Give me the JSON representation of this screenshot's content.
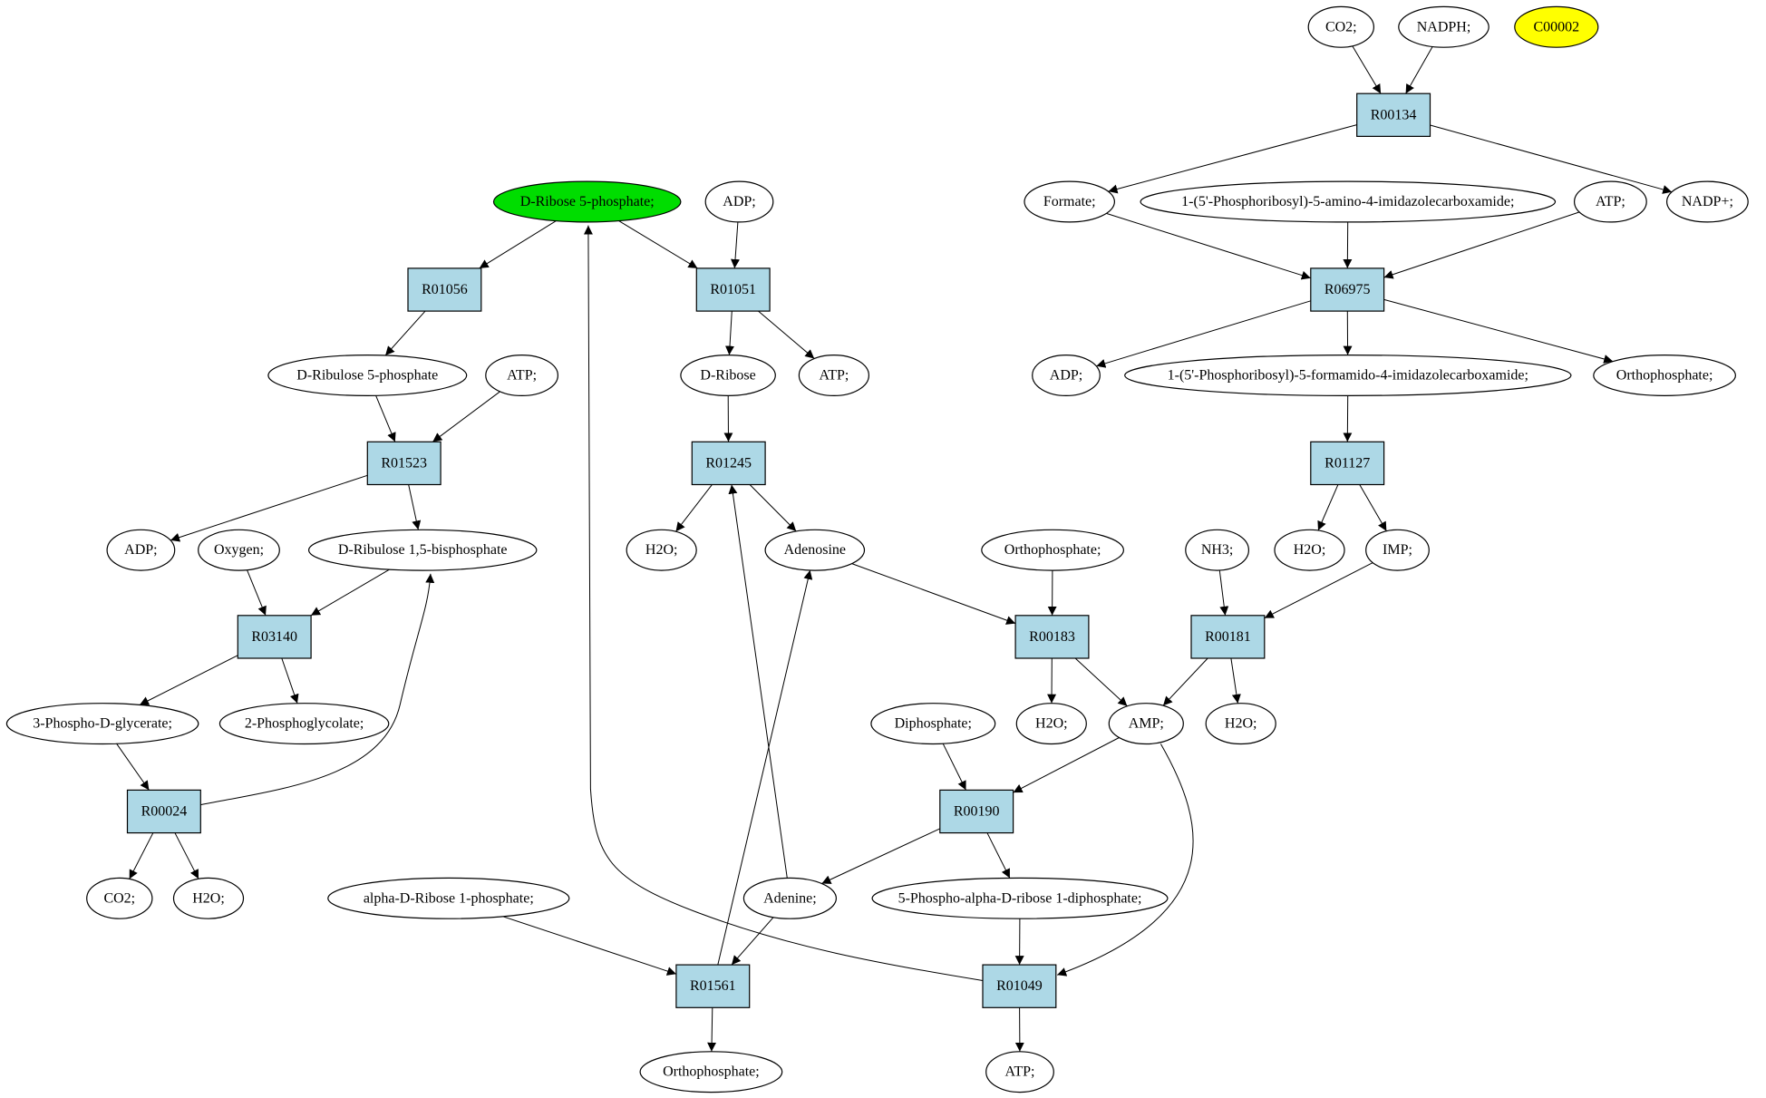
{
  "compounds": [
    {
      "id": "co2_top",
      "label": "CO2;"
    },
    {
      "id": "nadph",
      "label": "NADPH;"
    },
    {
      "id": "c00002",
      "label": "C00002",
      "fill": "#ffff00"
    },
    {
      "id": "formate",
      "label": "Formate;"
    },
    {
      "id": "aicar",
      "label": "1-(5'-Phosphoribosyl)-5-amino-4-imidazolecarboxamide;"
    },
    {
      "id": "atp_r06975",
      "label": "ATP;"
    },
    {
      "id": "nadp",
      "label": "NADP+;"
    },
    {
      "id": "r5p",
      "label": "D-Ribose 5-phosphate;",
      "fill": "#00dd00"
    },
    {
      "id": "adp_top",
      "label": "ADP;"
    },
    {
      "id": "ru5p",
      "label": "D-Ribulose 5-phosphate"
    },
    {
      "id": "atp_r01523",
      "label": "ATP;"
    },
    {
      "id": "dribose",
      "label": "D-Ribose"
    },
    {
      "id": "atp_r01051",
      "label": "ATP;"
    },
    {
      "id": "adp_r06975",
      "label": "ADP;"
    },
    {
      "id": "faicar",
      "label": "1-(5'-Phosphoribosyl)-5-formamido-4-imidazolecarboxamide;"
    },
    {
      "id": "pi_r06975",
      "label": "Orthophosphate;"
    },
    {
      "id": "adp_left",
      "label": "ADP;"
    },
    {
      "id": "oxygen",
      "label": "Oxygen;"
    },
    {
      "id": "rubp",
      "label": "D-Ribulose 1,5-bisphosphate"
    },
    {
      "id": "h2o_r01245",
      "label": "H2O;"
    },
    {
      "id": "adenosine",
      "label": "Adenosine"
    },
    {
      "id": "pi_r00183",
      "label": "Orthophosphate;"
    },
    {
      "id": "nh3",
      "label": "NH3;"
    },
    {
      "id": "h2o_r01127",
      "label": "H2O;"
    },
    {
      "id": "imp",
      "label": "IMP;"
    },
    {
      "id": "pga",
      "label": "3-Phospho-D-glycerate;"
    },
    {
      "id": "pgly",
      "label": "2-Phosphoglycolate;"
    },
    {
      "id": "diphosphate",
      "label": "Diphosphate;"
    },
    {
      "id": "h2o_r00183",
      "label": "H2O;"
    },
    {
      "id": "amp",
      "label": "AMP;"
    },
    {
      "id": "h2o_r00181",
      "label": "H2O;"
    },
    {
      "id": "co2_bottom",
      "label": "CO2;"
    },
    {
      "id": "h2o_r00024",
      "label": "H2O;"
    },
    {
      "id": "ar1p",
      "label": "alpha-D-Ribose 1-phosphate;"
    },
    {
      "id": "adenine",
      "label": "Adenine;"
    },
    {
      "id": "prpp",
      "label": "5-Phospho-alpha-D-ribose 1-diphosphate;"
    },
    {
      "id": "pi_r01561",
      "label": "Orthophosphate;"
    },
    {
      "id": "atp_r01049",
      "label": "ATP;"
    }
  ],
  "reactions": [
    {
      "id": "R00134",
      "label": "R00134"
    },
    {
      "id": "R01056",
      "label": "R01056"
    },
    {
      "id": "R01051",
      "label": "R01051"
    },
    {
      "id": "R06975",
      "label": "R06975"
    },
    {
      "id": "R01523",
      "label": "R01523"
    },
    {
      "id": "R01245",
      "label": "R01245"
    },
    {
      "id": "R01127",
      "label": "R01127"
    },
    {
      "id": "R03140",
      "label": "R03140"
    },
    {
      "id": "R00183",
      "label": "R00183"
    },
    {
      "id": "R00181",
      "label": "R00181"
    },
    {
      "id": "R00024",
      "label": "R00024"
    },
    {
      "id": "R00190",
      "label": "R00190"
    },
    {
      "id": "R01561",
      "label": "R01561"
    },
    {
      "id": "R01049",
      "label": "R01049"
    }
  ],
  "edges": [
    {
      "from": "co2_top",
      "to": "R00134"
    },
    {
      "from": "nadph",
      "to": "R00134"
    },
    {
      "from": "R00134",
      "to": "formate"
    },
    {
      "from": "R00134",
      "to": "nadp"
    },
    {
      "from": "formate",
      "to": "R06975"
    },
    {
      "from": "aicar",
      "to": "R06975"
    },
    {
      "from": "atp_r06975",
      "to": "R06975"
    },
    {
      "from": "R06975",
      "to": "adp_r06975"
    },
    {
      "from": "R06975",
      "to": "faicar"
    },
    {
      "from": "R06975",
      "to": "pi_r06975"
    },
    {
      "from": "faicar",
      "to": "R01127"
    },
    {
      "from": "R01127",
      "to": "h2o_r01127"
    },
    {
      "from": "R01127",
      "to": "imp"
    },
    {
      "from": "imp",
      "to": "R00181"
    },
    {
      "from": "nh3",
      "to": "R00181"
    },
    {
      "from": "R00181",
      "to": "amp"
    },
    {
      "from": "R00181",
      "to": "h2o_r00181"
    },
    {
      "from": "r5p",
      "to": "R01056"
    },
    {
      "from": "r5p",
      "to": "R01051"
    },
    {
      "from": "adp_top",
      "to": "R01051"
    },
    {
      "from": "R01051",
      "to": "dribose"
    },
    {
      "from": "R01051",
      "to": "atp_r01051"
    },
    {
      "from": "R01056",
      "to": "ru5p"
    },
    {
      "from": "ru5p",
      "to": "R01523"
    },
    {
      "from": "atp_r01523",
      "to": "R01523"
    },
    {
      "from": "R01523",
      "to": "adp_left"
    },
    {
      "from": "R01523",
      "to": "rubp"
    },
    {
      "from": "rubp",
      "to": "R03140"
    },
    {
      "from": "oxygen",
      "to": "R03140"
    },
    {
      "from": "R03140",
      "to": "pga"
    },
    {
      "from": "R03140",
      "to": "pgly"
    },
    {
      "from": "pga",
      "to": "R00024"
    },
    {
      "from": "R00024",
      "to": "co2_bottom"
    },
    {
      "from": "R00024",
      "to": "h2o_r00024"
    },
    {
      "from": "R00024",
      "to": "rubp"
    },
    {
      "from": "dribose",
      "to": "R01245"
    },
    {
      "from": "R01245",
      "to": "h2o_r01245"
    },
    {
      "from": "R01245",
      "to": "adenosine"
    },
    {
      "from": "adenosine",
      "to": "R00183"
    },
    {
      "from": "pi_r00183",
      "to": "R00183"
    },
    {
      "from": "R00183",
      "to": "h2o_r00183"
    },
    {
      "from": "R00183",
      "to": "amp"
    },
    {
      "from": "amp",
      "to": "R00190"
    },
    {
      "from": "diphosphate",
      "to": "R00190"
    },
    {
      "from": "R00190",
      "to": "adenine"
    },
    {
      "from": "R00190",
      "to": "prpp"
    },
    {
      "from": "prpp",
      "to": "R01049"
    },
    {
      "from": "amp",
      "to": "R01049"
    },
    {
      "from": "R01049",
      "to": "atp_r01049"
    },
    {
      "from": "R01049",
      "to": "r5p"
    },
    {
      "from": "ar1p",
      "to": "R01561"
    },
    {
      "from": "adenine",
      "to": "R01561"
    },
    {
      "from": "R01561",
      "to": "pi_r01561"
    },
    {
      "from": "R01561",
      "to": "adenosine"
    },
    {
      "from": "adenine",
      "to": "R01245"
    }
  ]
}
